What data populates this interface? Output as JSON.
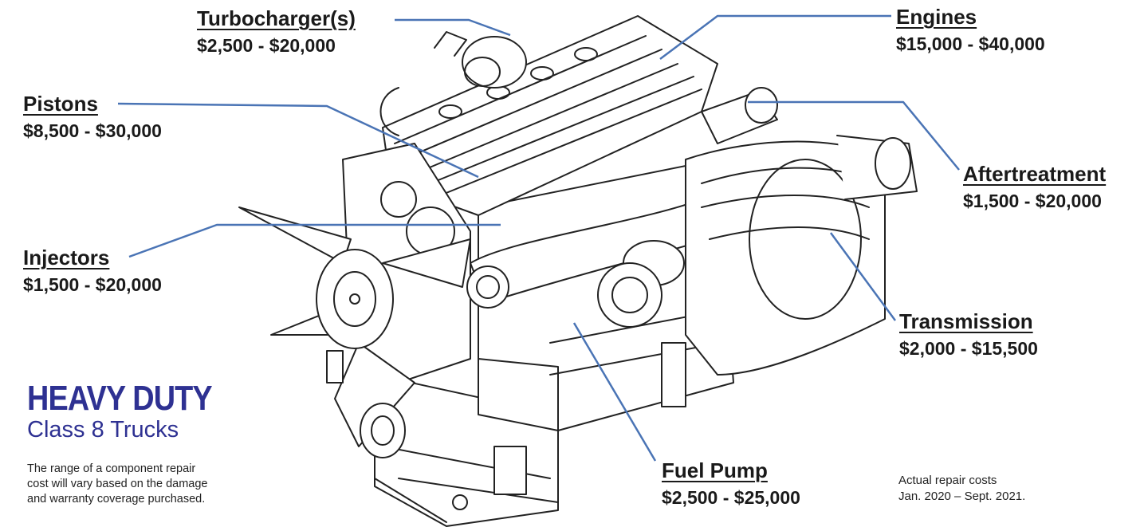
{
  "colors": {
    "leader": "#4a74b5",
    "title": "#2e3192",
    "ink": "#1a1a1a"
  },
  "title": {
    "main": "HEAVY DUTY",
    "sub": "Class 8 Trucks"
  },
  "disclaimer": {
    "lines": [
      "The range of a component repair",
      "cost will vary based on the damage",
      "and warranty coverage purchased."
    ]
  },
  "note": {
    "lines": [
      "Actual repair costs",
      "Jan. 2020 – Sept. 2021."
    ]
  },
  "components": [
    {
      "name": "Turbocharger(s)",
      "cost": "$2,500 - $20,000"
    },
    {
      "name": "Engines",
      "cost": "$15,000 - $40,000"
    },
    {
      "name": "Pistons",
      "cost": "$8,500 - $30,000"
    },
    {
      "name": "Aftertreatment",
      "cost": "$1,500 - $20,000"
    },
    {
      "name": "Injectors",
      "cost": "$1,500 - $20,000"
    },
    {
      "name": "Transmission",
      "cost": "$2,000 - $15,500"
    },
    {
      "name": "Fuel Pump",
      "cost": "$2,500 - $25,000"
    }
  ],
  "illustration": {
    "icon": "diesel-engine-line-drawing"
  }
}
